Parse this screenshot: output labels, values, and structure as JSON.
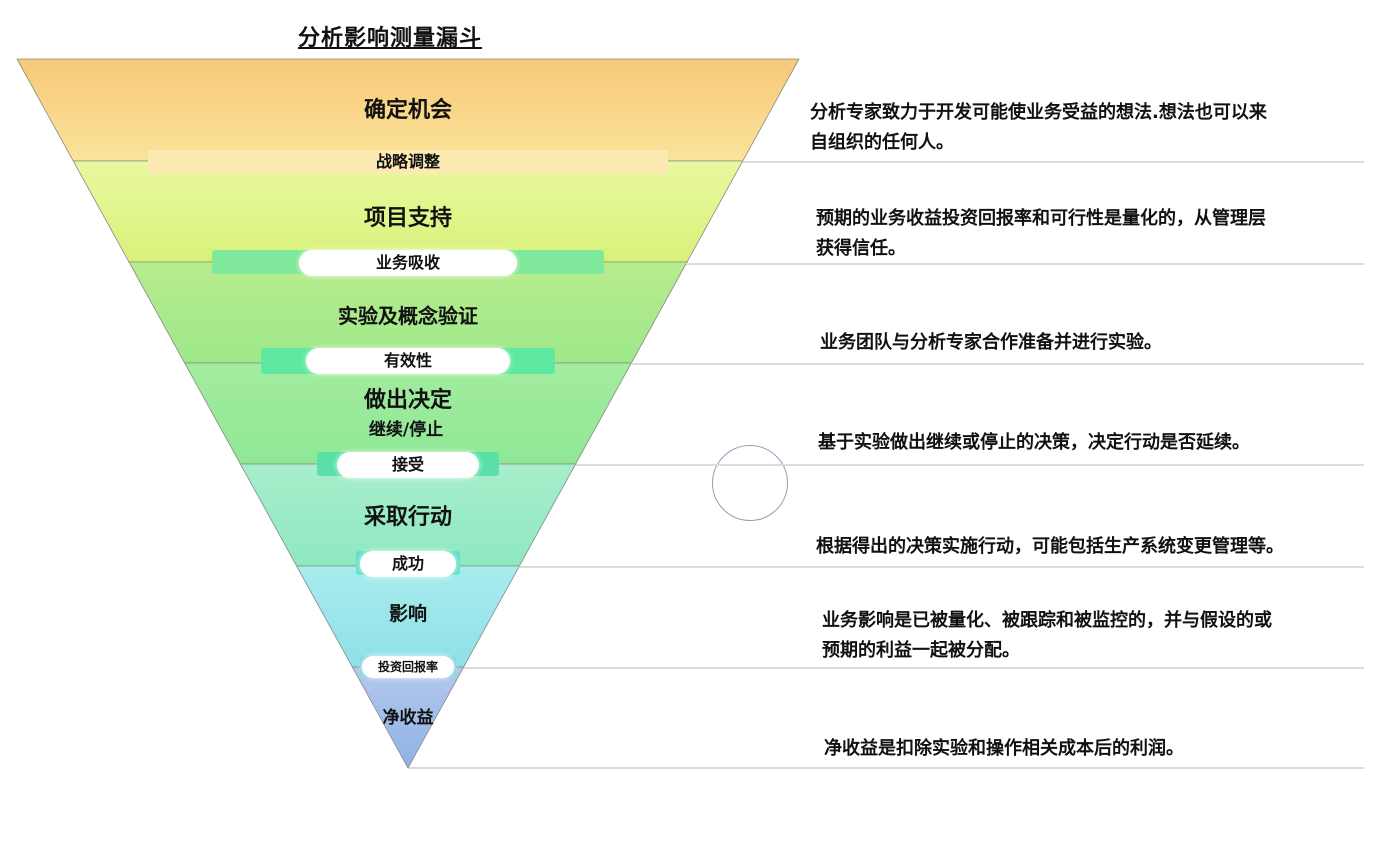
{
  "title": "分析影响测量漏斗",
  "stages": [
    {
      "name": "确定机会",
      "transition": "战略调整",
      "description": "分析专家致力于开发可能使业务受益的想法.想法也可以来\n自组织的任何人。",
      "color_top": "#f7c97a",
      "color_bottom": "#fbe39a"
    },
    {
      "name": "项目支持",
      "transition": "业务吸收",
      "description": "预期的业务收益投资回报率和可行性是量化的，从管理层\n获得信任。",
      "color_top": "#e9f8a0",
      "color_bottom": "#d8f27a"
    },
    {
      "name": "实验及概念验证",
      "transition": "有效性",
      "description": "业务团队与分析专家合作准备并进行实验。",
      "color_top": "#b8ec8c",
      "color_bottom": "#9ee88a"
    },
    {
      "name": "做出决定",
      "sublabel": "继续/停止",
      "transition": "接受",
      "description": "基于实验做出继续或停止的决策，决定行动是否延续。",
      "color_top": "#a3eca0",
      "color_bottom": "#8fe896"
    },
    {
      "name": "采取行动",
      "transition": "成功",
      "description": "根据得出的决策实施行动，可能包括生产系统变更管理等。",
      "color_top": "#a8eecb",
      "color_bottom": "#8ee8c0"
    },
    {
      "name": "影响",
      "transition": "投资回报率",
      "description": "业务影响是已被量化、被跟踪和被监控的，并与假设的或\n预期的利益一起被分配。",
      "color_top": "#a8ecec",
      "color_bottom": "#8ee0e8"
    },
    {
      "name": "净收益",
      "description": "净收益是扣除实验和操作相关成本后的利润。",
      "color_top": "#b4c8ee",
      "color_bottom": "#8fb2e4"
    }
  ]
}
